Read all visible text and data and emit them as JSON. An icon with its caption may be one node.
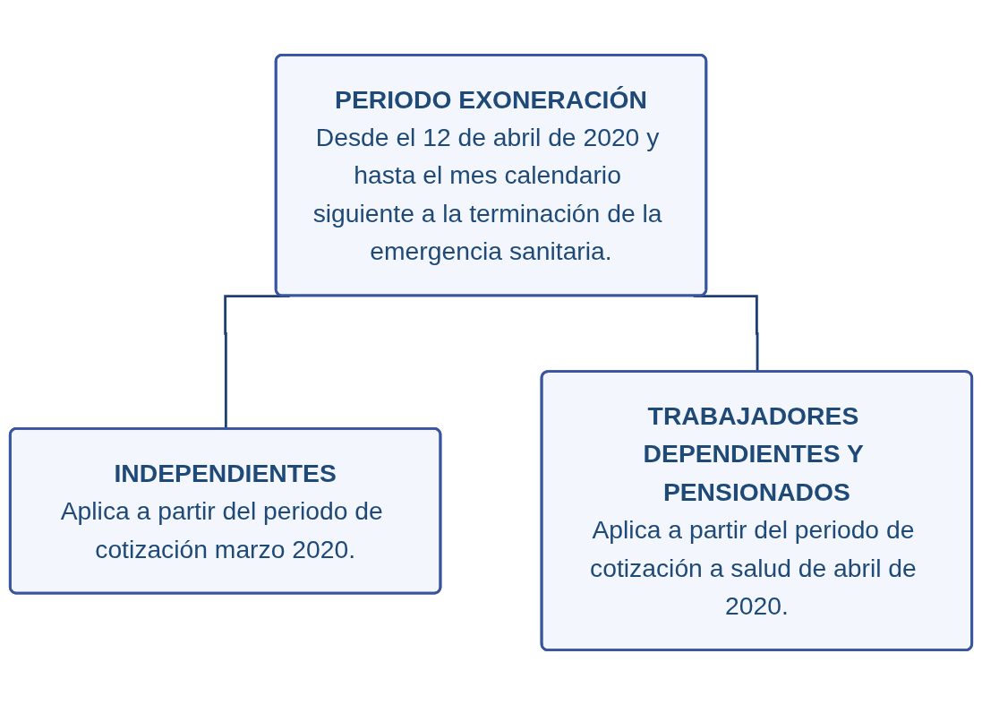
{
  "diagram": {
    "nodes": [
      {
        "text": [
          "PERIODO EXONERACIÓN",
          "Desde el 12 de abril de 2020 y hasta el mes calendario siguiente a la terminación de la emergencia sanitaria."
        ]
      },
      {
        "text": [
          "INDEPENDIENTES",
          "Aplica a partir del periodo de cotización marzo 2020."
        ]
      },
      {
        "text": [
          "TRABAJADORES DEPENDIENTES Y PENSIONADOS",
          "Aplica a partir del periodo de cotización a salud de abril de 2020."
        ]
      }
    ],
    "edges": [
      {
        "from": 0,
        "to": 1,
        "arrow": "none"
      },
      {
        "from": 0,
        "to": 2,
        "arrow": "none"
      }
    ]
  }
}
